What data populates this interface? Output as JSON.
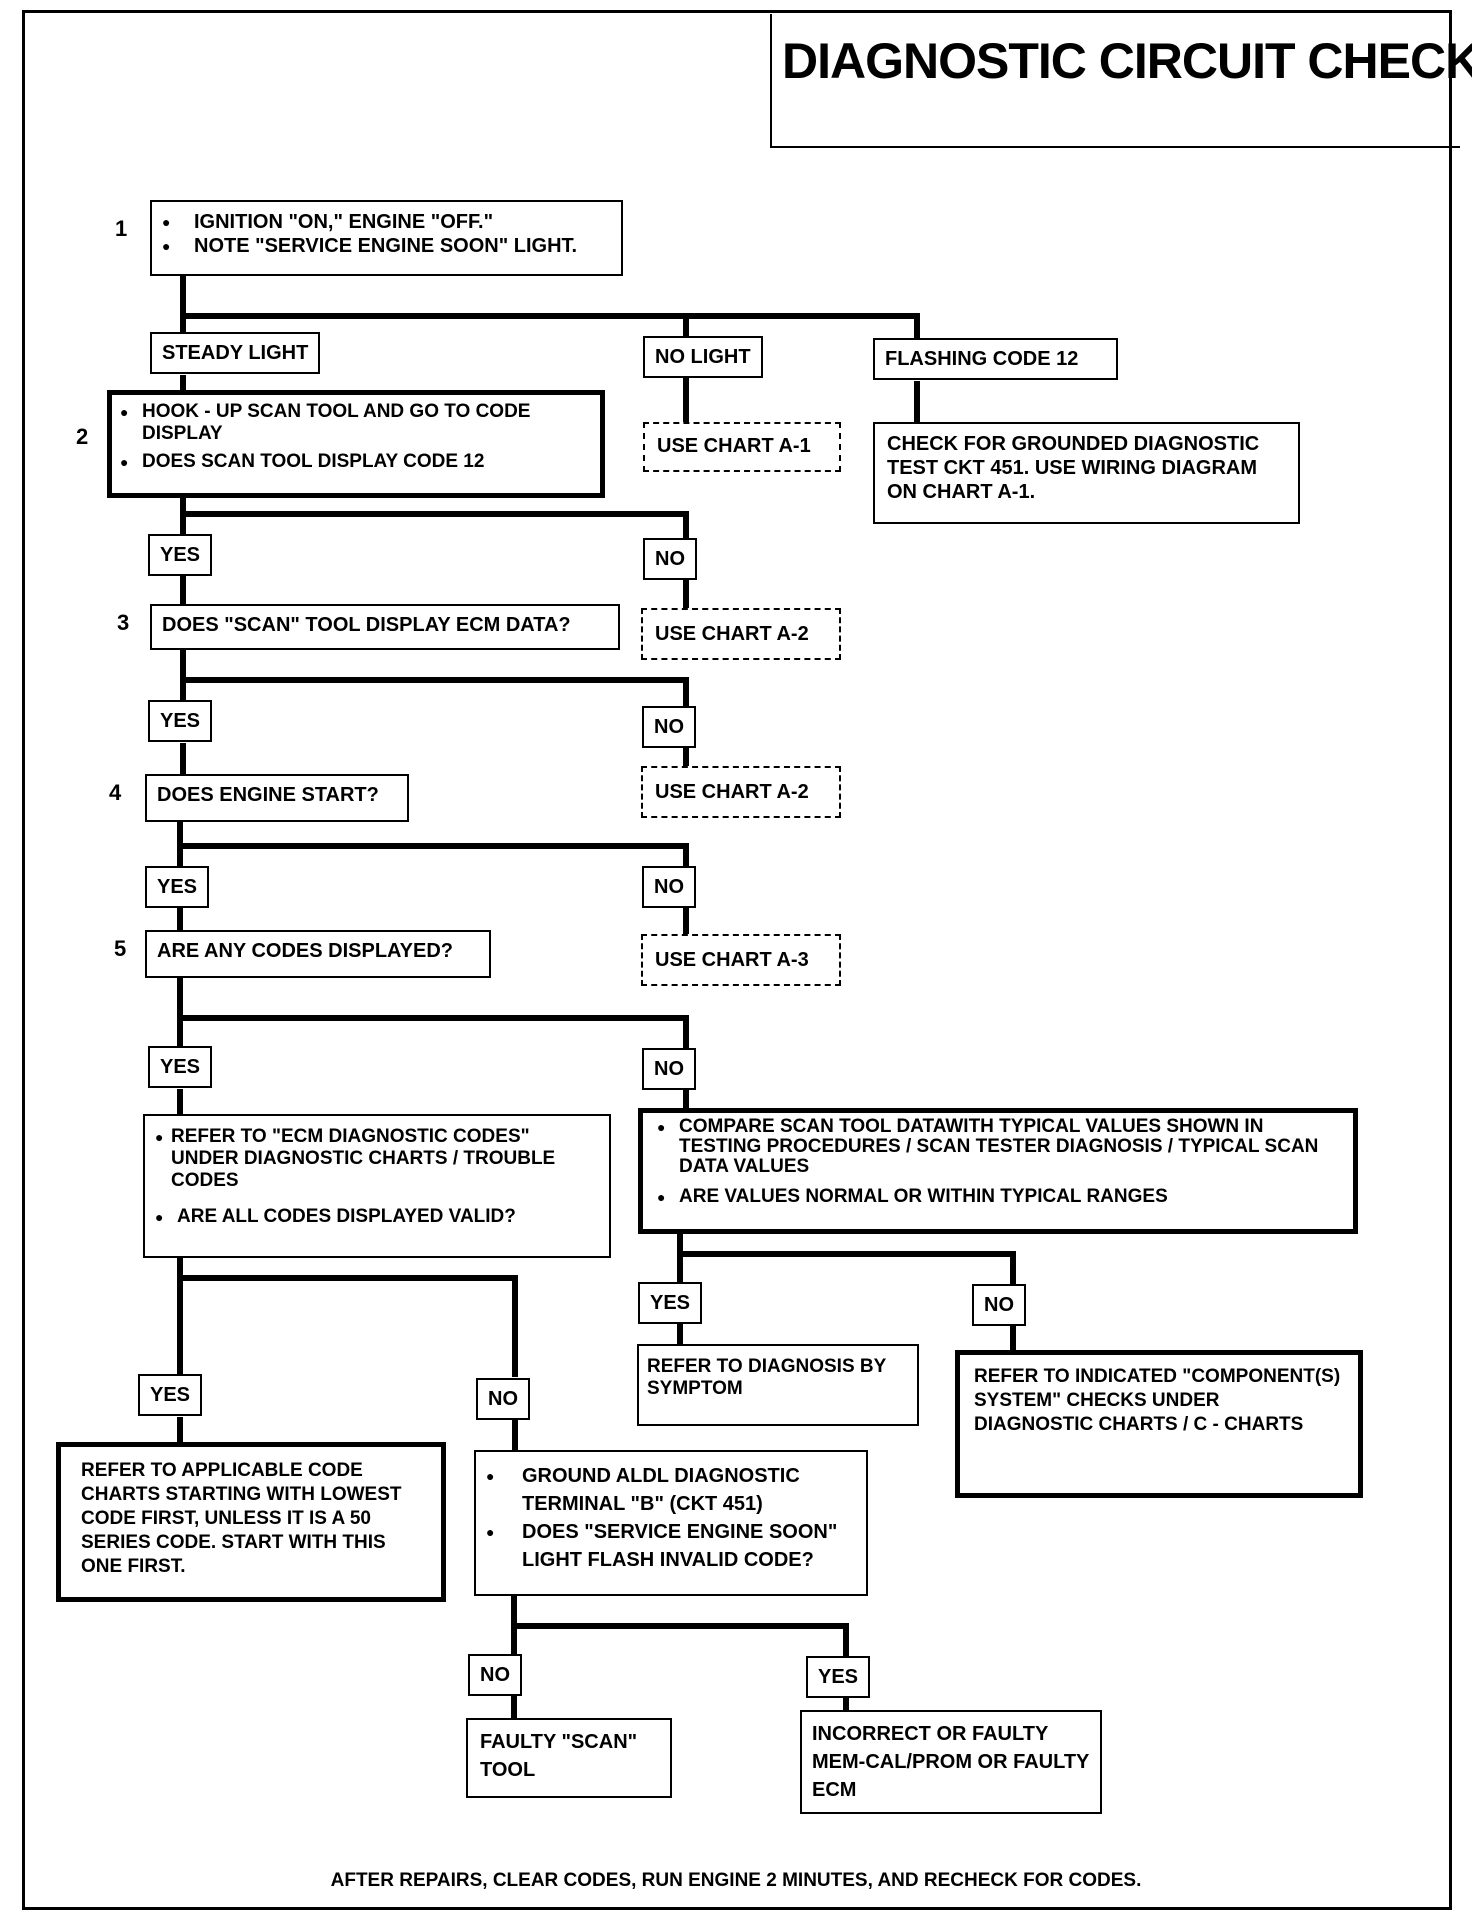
{
  "title": "DIAGNOSTIC CIRCUIT CHECK",
  "step_numbers": [
    "1",
    "2",
    "3",
    "4",
    "5"
  ],
  "steps": {
    "s1": [
      "IGNITION \"ON,\" ENGINE \"OFF.\"",
      "NOTE \"SERVICE ENGINE SOON\" LIGHT."
    ],
    "s2": [
      "HOOK - UP SCAN TOOL AND GO TO CODE DISPLAY",
      "DOES SCAN TOOL DISPLAY CODE 12"
    ],
    "s3": "DOES \"SCAN\" TOOL DISPLAY ECM DATA?",
    "s4": "DOES ENGINE START?",
    "s5": "ARE ANY CODES DISPLAYED?"
  },
  "branches": {
    "steady_light": "STEADY LIGHT",
    "no_light": "NO LIGHT",
    "flashing_code_12": "FLASHING CODE 12"
  },
  "labels": {
    "yes": "YES",
    "no": "NO"
  },
  "charts": {
    "a1": "USE CHART A-1",
    "a2": "USE CHART A-2",
    "a3": "USE CHART A-3"
  },
  "flashing_action": "CHECK FOR GROUNDED DIAGNOSTIC TEST CKT 451.  USE WIRING DIAGRAM ON CHART A-1.",
  "codes_box": [
    "REFER TO \"ECM DIAGNOSTIC CODES\" UNDER DIAGNOSTIC CHARTS / TROUBLE CODES",
    "ARE ALL CODES DISPLAYED VALID?"
  ],
  "compare_box": [
    "COMPARE SCAN TOOL DATAWITH TYPICAL VALUES SHOWN IN TESTING PROCEDURES / SCAN TESTER DIAGNOSIS / TYPICAL SCAN DATA VALUES",
    "ARE VALUES NORMAL OR WITHIN TYPICAL RANGES"
  ],
  "refer_symptom": "REFER TO DIAGNOSIS BY SYMPTOM",
  "refer_component": "REFER TO INDICATED \"COMPONENT(S) SYSTEM\" CHECKS UNDER DIAGNOSTIC CHARTS / C - CHARTS",
  "refer_code_charts": "REFER TO APPLICABLE CODE CHARTS STARTING WITH LOWEST CODE FIRST, UNLESS IT IS A 50 SERIES CODE.  START WITH THIS ONE FIRST.",
  "ground_box": [
    "GROUND ALDL DIAGNOSTIC TERMINAL \"B\" (CKT 451)",
    "DOES \"SERVICE ENGINE SOON\" LIGHT FLASH INVALID CODE?"
  ],
  "faulty_scan": "FAULTY \"SCAN\" TOOL",
  "faulty_ecm": "INCORRECT OR FAULTY MEM-CAL/PROM OR FAULTY ECM",
  "footer": "AFTER REPAIRS, CLEAR CODES, RUN ENGINE 2 MINUTES, AND RECHECK FOR CODES."
}
